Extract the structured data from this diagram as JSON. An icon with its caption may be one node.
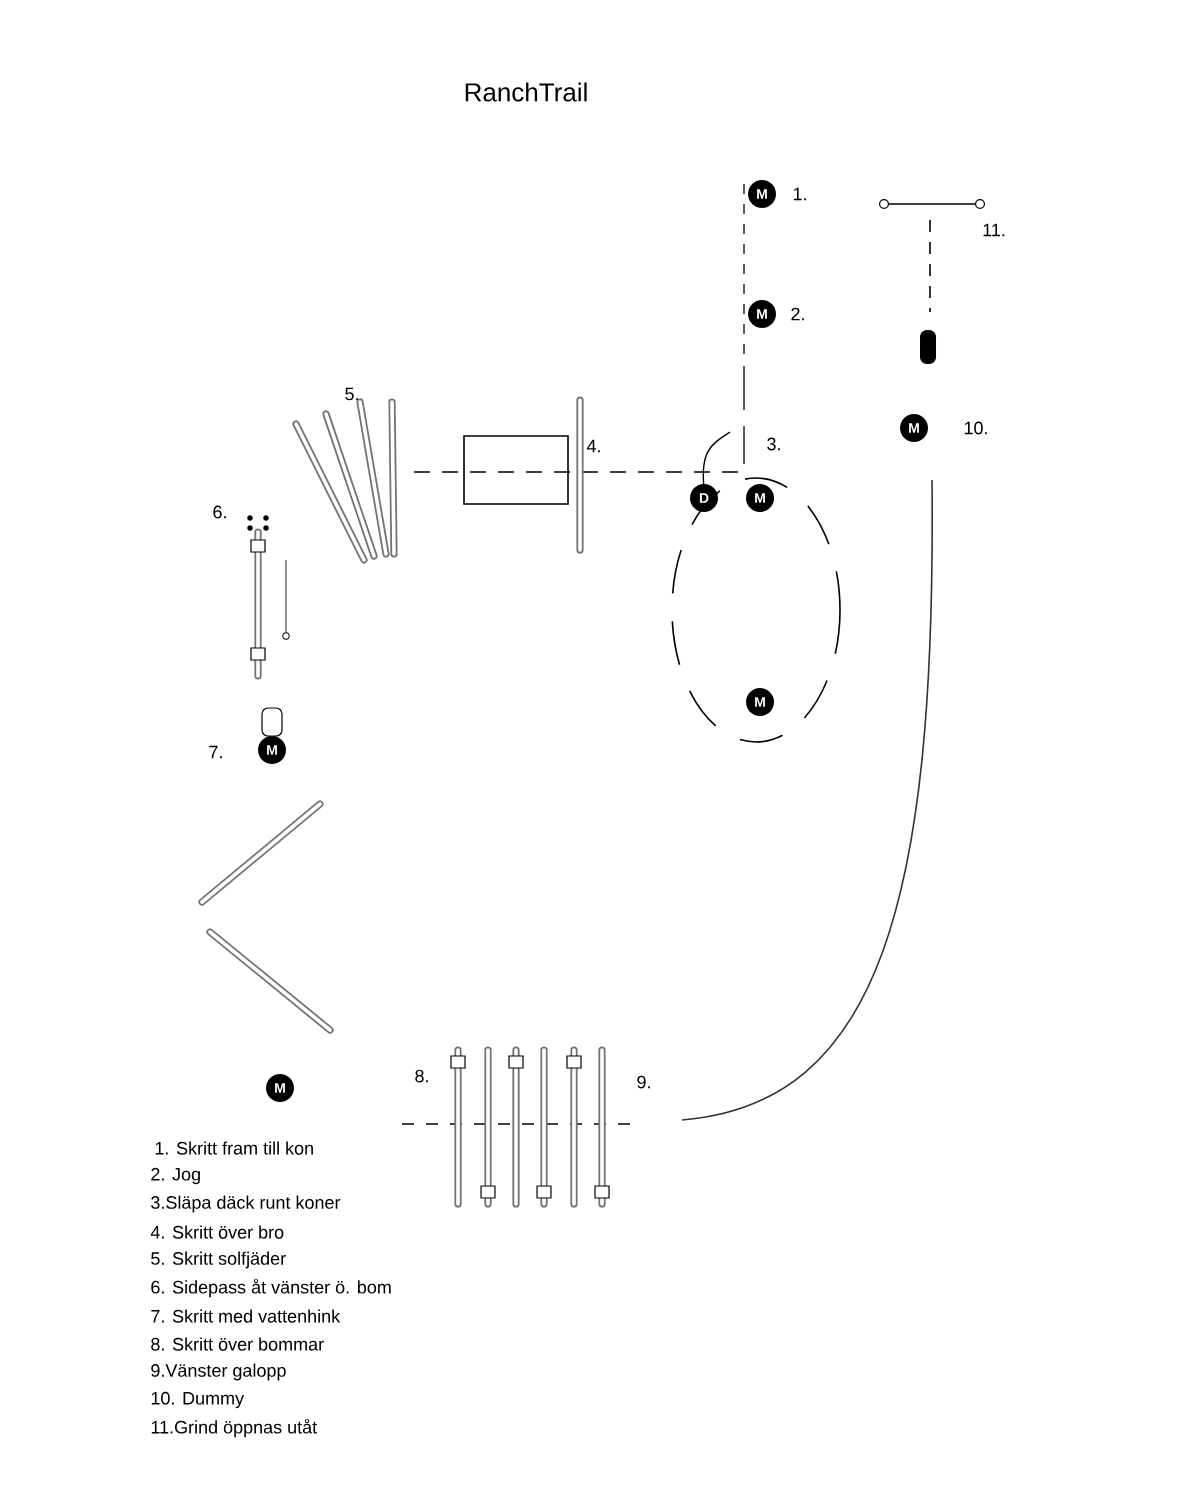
{
  "diagram": {
    "title": "RanchTrail",
    "nodes": [
      {
        "text": [
          "M"
        ],
        "beside": [
          "1."
        ]
      },
      {
        "text": [
          "M"
        ],
        "beside": [
          "2."
        ]
      },
      {
        "text": [
          "M"
        ],
        "beside": [
          "10."
        ]
      },
      {
        "text": [
          "D"
        ]
      },
      {
        "text": [
          "M"
        ],
        "beside": [
          "3."
        ]
      },
      {
        "text": [
          "M"
        ]
      },
      {
        "text": [
          "M"
        ],
        "beside": [
          "7."
        ]
      },
      {
        "text": [
          "M"
        ]
      }
    ],
    "labels": [
      "11.",
      "5.",
      "4.",
      "6.",
      "8.",
      "9.",
      "1. Skritt fram till kon",
      "2. Jog",
      "3.Släpa däck runt koner",
      "4. Skritt över bro",
      "5. Skritt solfjäder",
      "6. Sidepass åt vänster ö. bom",
      "7. Skritt med vattenhink",
      "8. Skritt över bommar",
      "9.Vänster galopp",
      "10. Dummy",
      "11.Grind öppnas utåt"
    ]
  }
}
